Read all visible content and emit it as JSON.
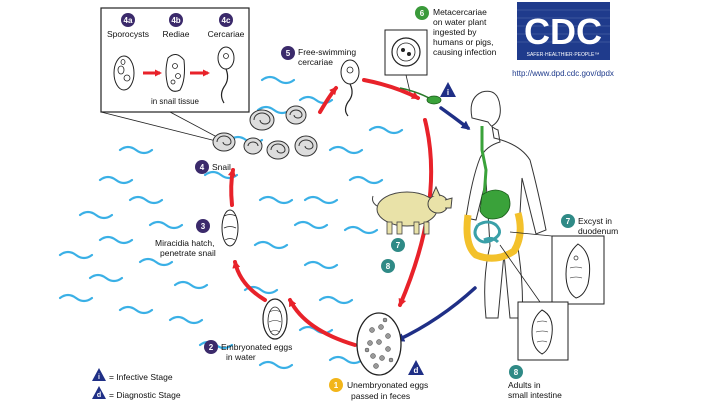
{
  "box": {
    "s4a": {
      "num": "4a",
      "label": "Sporocysts"
    },
    "s4b": {
      "num": "4b",
      "label": "Rediae"
    },
    "s4c": {
      "num": "4c",
      "label": "Cercariae"
    },
    "caption": "in snail tissue"
  },
  "stages": {
    "s5": {
      "num": "5",
      "line1": "Free-swimming",
      "line2": "cercariae"
    },
    "s4": {
      "num": "4",
      "label": "Snail"
    },
    "s3": {
      "num": "3",
      "line1": "Miracidia hatch,",
      "line2": "penetrate snail"
    },
    "s2": {
      "num": "2",
      "line1": "Embryonated eggs",
      "line2": "in water"
    },
    "s1": {
      "num": "1",
      "line1": "Unembryonated eggs",
      "line2": "passed in feces"
    },
    "s6": {
      "num": "6",
      "line1": "Metacercariae",
      "line2": "on water plant",
      "line3": "ingested by",
      "line4": "humans or pigs,",
      "line5": "causing infection"
    },
    "s7": {
      "num": "7",
      "line1": "Excyst in",
      "line2": "duodenum"
    },
    "s8": {
      "num": "8",
      "line1": "Adults in",
      "line2": "small intestine"
    },
    "pig7": {
      "num": "7"
    },
    "pig8": {
      "num": "8"
    }
  },
  "markers": {
    "infective": "i",
    "diagnostic": "d"
  },
  "legend": {
    "infective_symbol": "i",
    "infective_label": "= Infective Stage",
    "diagnostic_symbol": "d",
    "diagnostic_label": "= Diagnostic Stage"
  },
  "cdc": {
    "logo_text": "CDC",
    "tagline": "SAFER·HEALTHIER·PEOPLE™",
    "url": "http://www.dpd.cdc.gov/dpdx"
  },
  "colors": {
    "cycle_arrow": "#e8222a",
    "human_arrow": "#1f2f86",
    "stage_circle": "#3b2a6b",
    "teal_circle": "#2f8a86",
    "green_circle": "#3a9a3a",
    "yellow_circle": "#f2b51a",
    "water": "#3ab0e6",
    "cdc_blue": "#1f3b8c",
    "gut_green": "#3aa23a",
    "gut_yellow": "#f3c12b",
    "gut_teal": "#3aa0a8"
  }
}
